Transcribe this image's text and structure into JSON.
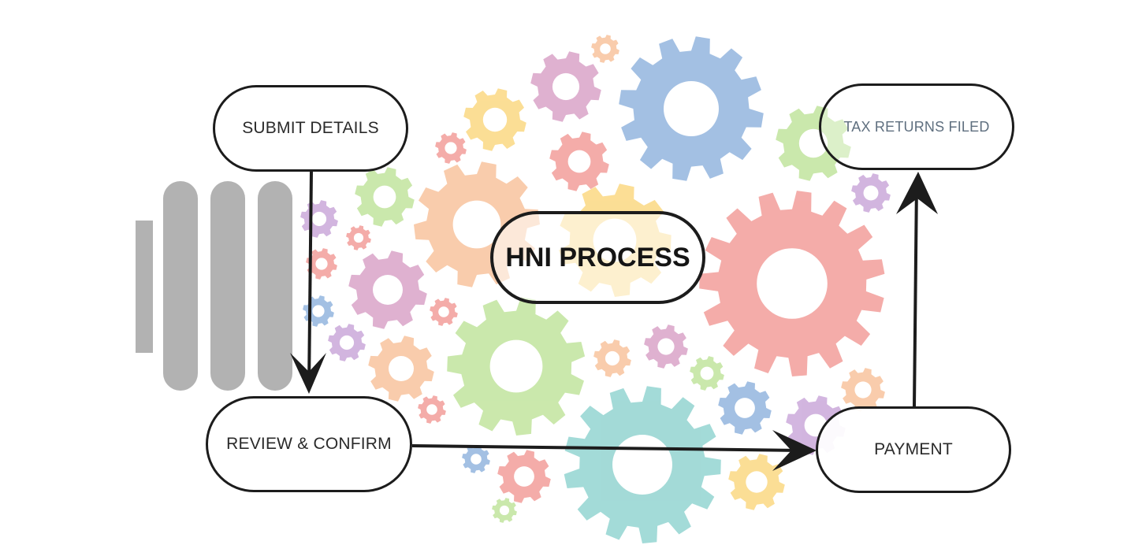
{
  "diagram": {
    "title": "HNI PROCESS",
    "steps": {
      "submit": "SUBMIT DETAILS",
      "review": "REVIEW & CONFIRM",
      "payment": "PAYMENT",
      "tax": "TAX RETURNS FILED"
    },
    "colors": {
      "line": "#1c1c1c",
      "gear_blue": "#8fb3de",
      "gear_red": "#f29b97",
      "gear_orange": "#f8c29a",
      "gear_yellow": "#fbd77e",
      "gear_green": "#bfe39a",
      "gear_teal": "#8fd3cf",
      "gear_purple": "#c9a6d9",
      "gear_pink": "#d8a0c6",
      "logo_gray": "#b2b2b2"
    }
  }
}
